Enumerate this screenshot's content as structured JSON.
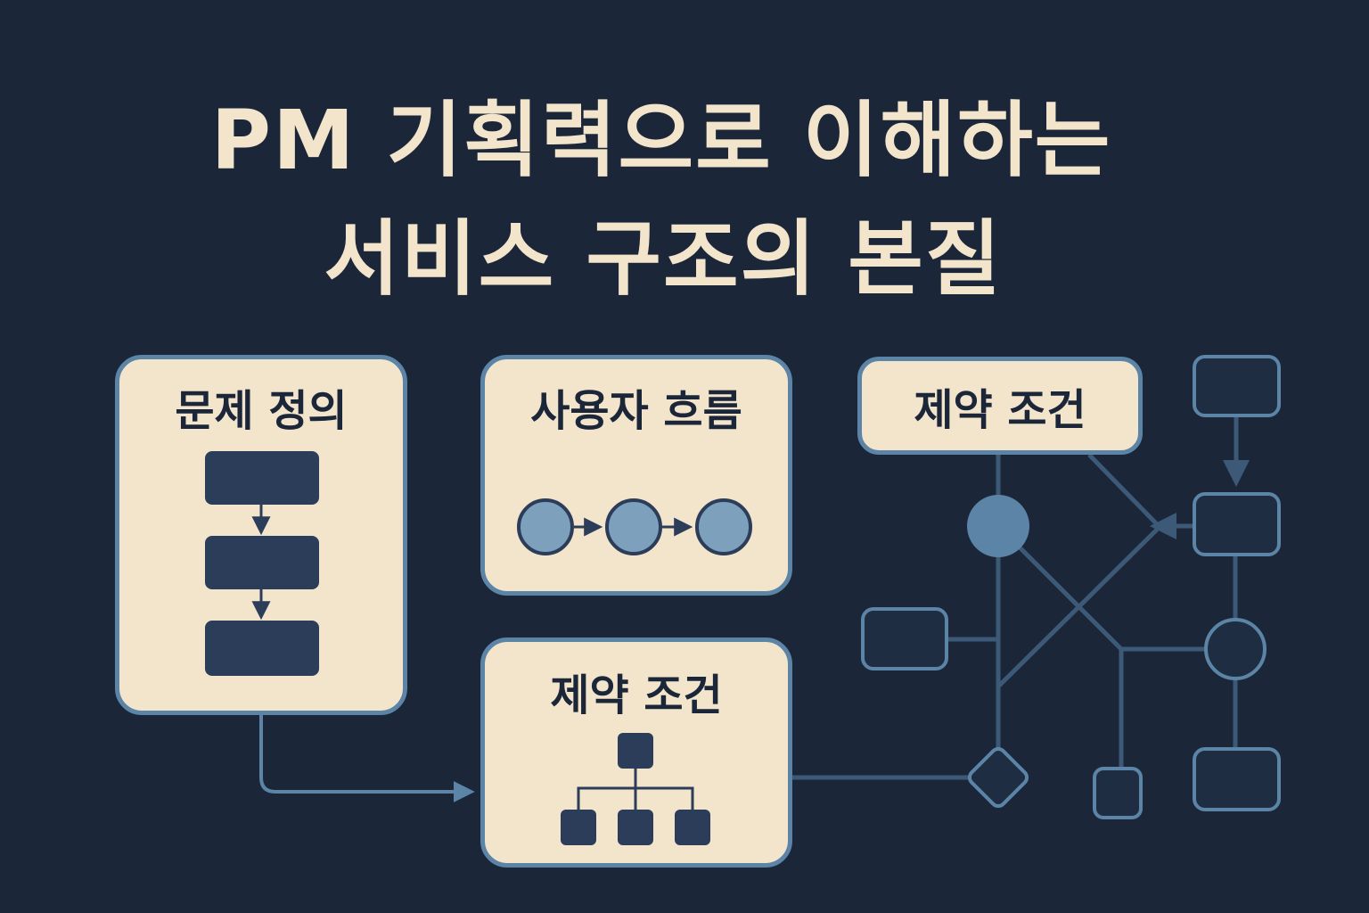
{
  "title": {
    "line1": "PM 기획력으로 이해하는",
    "line2": "서비스 구조의 본질"
  },
  "cards": {
    "problem_definition": "문제 정의",
    "user_flow": "사용자 흐름",
    "constraints": "제약 조건",
    "constraints_tag": "제약 조건"
  },
  "colors": {
    "background": "#1b2638",
    "card_fill": "#f3e4cc",
    "card_border": "#5b84a6",
    "node_dark": "#2b3d58",
    "node_light": "#7da0bd",
    "connector": "#3c5a78"
  }
}
